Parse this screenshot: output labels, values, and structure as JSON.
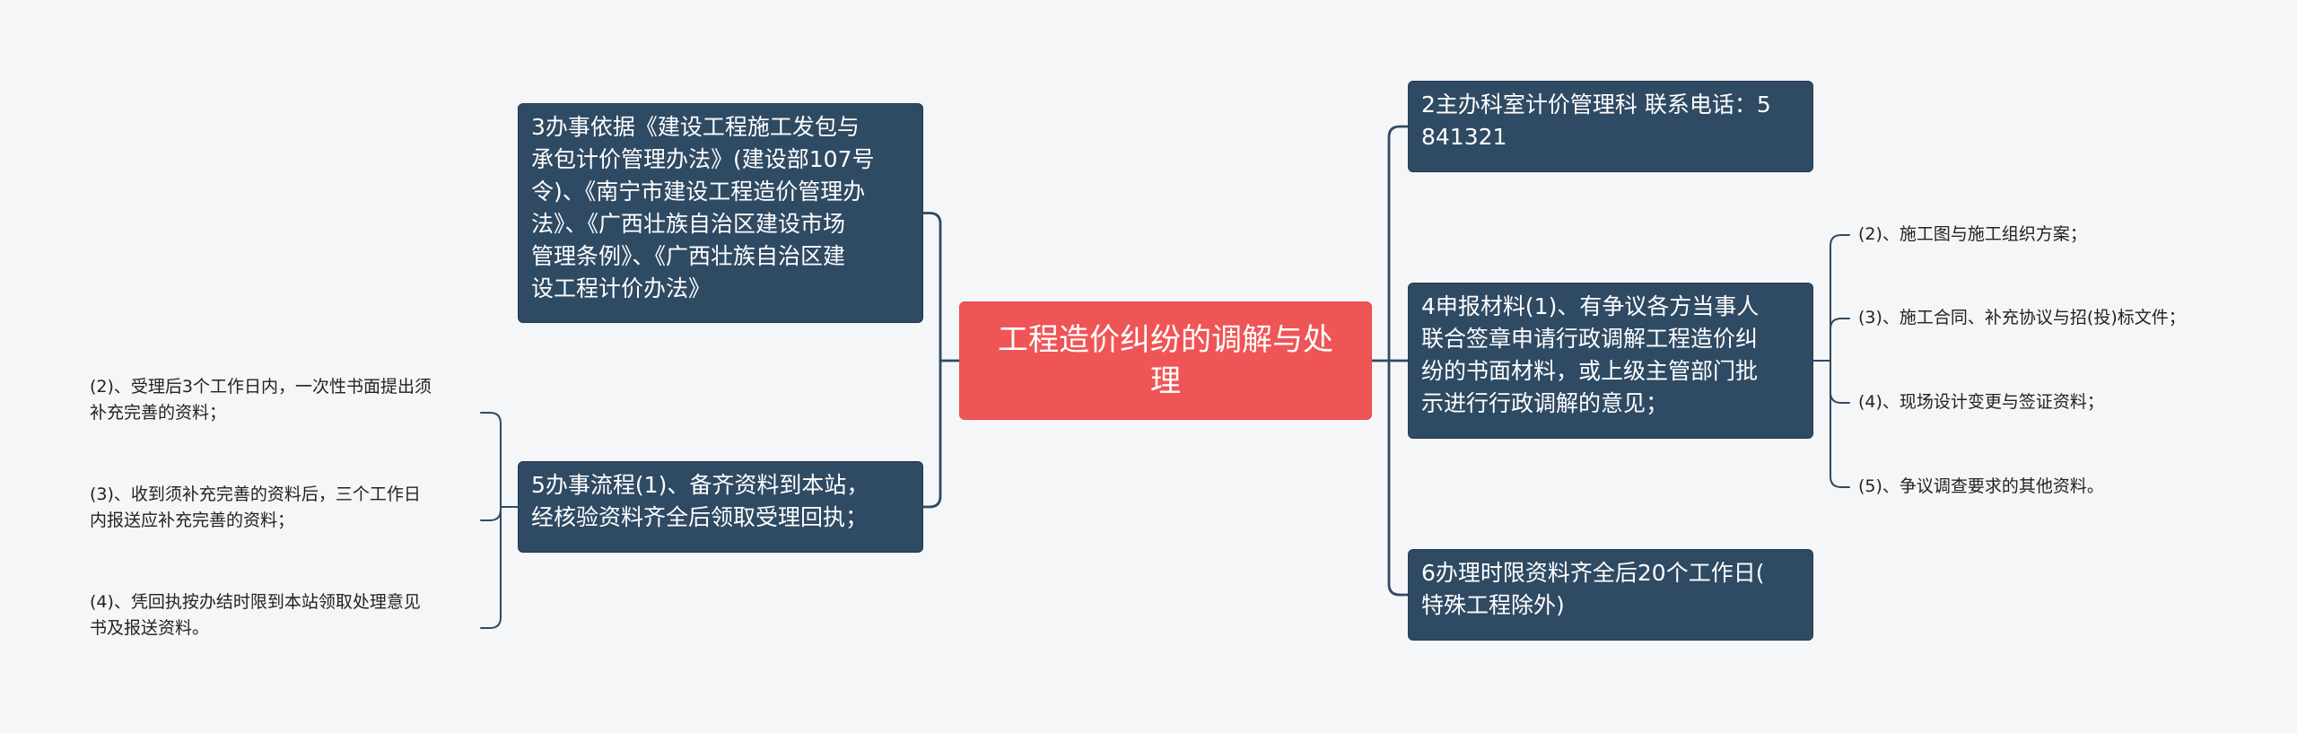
{
  "colors": {
    "root": "#ef5556",
    "branch": "#2f4a63",
    "line": "#2f4a63",
    "background": "#f5f6f8"
  },
  "root": {
    "label": "工程造价纠纷的调解与处\n理"
  },
  "left": [
    {
      "label": "3办事依据《建设工程施工发包与\n承包计价管理办法》(建设部107号\n令)、《南宁市建设工程造价管理办\n法》、《广西壮族自治区建设市场\n管理条例》、《广西壮族自治区建\n设工程计价办法》"
    },
    {
      "label": "5办事流程(1)、备齐资料到本站，\n经核验资料齐全后领取受理回执；"
    }
  ],
  "left_leaves": [
    {
      "label": "(2)、受理后3个工作日内，一次性书面提出须\n补充完善的资料；"
    },
    {
      "label": "(3)、收到须补充完善的资料后，三个工作日\n内报送应补充完善的资料；"
    },
    {
      "label": "(4)、凭回执按办结时限到本站领取处理意见\n书及报送资料。"
    }
  ],
  "right": [
    {
      "label": "2主办科室计价管理科 联系电话：5\n841321"
    },
    {
      "label": "4申报材料(1)、有争议各方当事人\n联合签章申请行政调解工程造价纠\n纷的书面材料，或上级主管部门批\n示进行行政调解的意见；"
    },
    {
      "label": "6办理时限资料齐全后20个工作日(\n特殊工程除外)"
    }
  ],
  "right_leaves": [
    {
      "label": "(2)、施工图与施工组织方案；"
    },
    {
      "label": "(3)、施工合同、补充协议与招(投)标文件；"
    },
    {
      "label": "(4)、现场设计变更与签证资料；"
    },
    {
      "label": "(5)、争议调查要求的其他资料。"
    }
  ]
}
